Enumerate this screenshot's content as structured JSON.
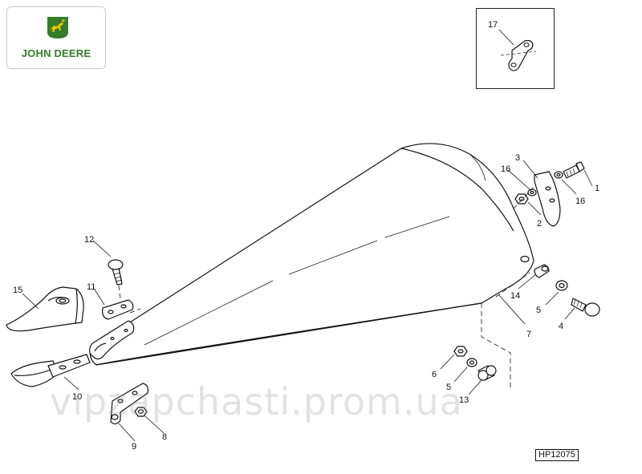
{
  "brand": {
    "logo_text": "JOHN DEERE",
    "green": "#367c2b",
    "yellow": "#f1c400"
  },
  "reference_code": "HP12075",
  "watermark": "vipzapchasti.prom.ua",
  "callouts": {
    "c1": "1",
    "c2": "2",
    "c3": "3",
    "c4": "4",
    "c5a": "5",
    "c5b": "5",
    "c6": "6",
    "c7": "7",
    "c8": "8",
    "c9": "9",
    "c10": "10",
    "c11": "11",
    "c12": "12",
    "c13": "13",
    "c14": "14",
    "c15": "15",
    "c16a": "16",
    "c16b": "16",
    "c17": "17"
  }
}
